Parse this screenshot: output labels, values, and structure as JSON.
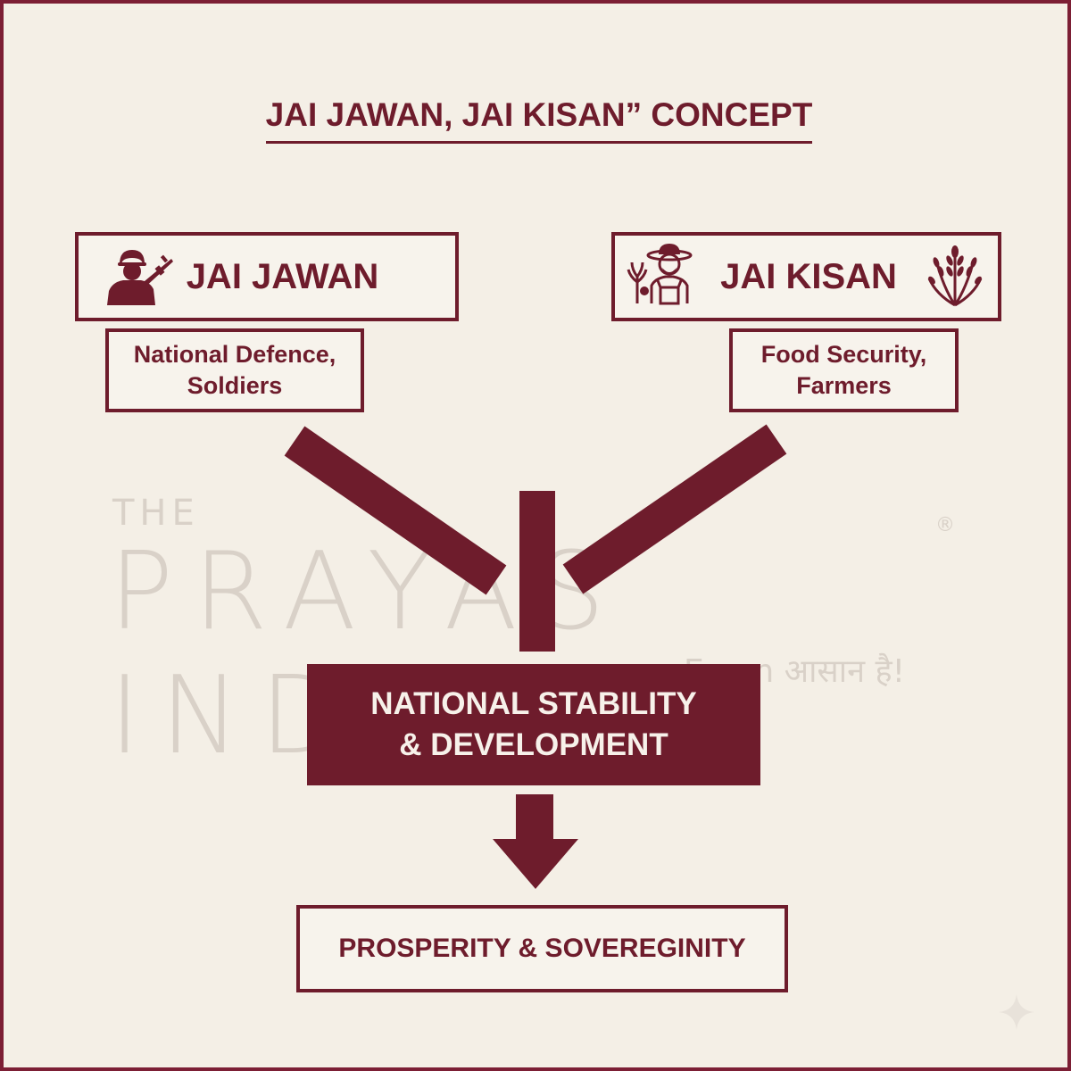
{
  "title": "JAI JAWAN, JAI KISAN” CONCEPT",
  "jawan": {
    "label": "JAI JAWAN",
    "description": "National Defence,\nSoldiers",
    "icon": "soldier-with-rifle-icon"
  },
  "kisan": {
    "label": "JAI KISAN",
    "description": "Food Security,\nFarmers",
    "icon_left": "farmer-icon",
    "icon_right": "wheat-icon"
  },
  "center": {
    "label": "NATIONAL STABILITY\n& DEVELOPMENT"
  },
  "result": {
    "label": "PROSPERITY & SOVEREGINITY"
  },
  "watermark": {
    "the": "THE",
    "main": "PRAYAS INDIA",
    "registered": "®",
    "tagline": "Exam आसान है!"
  },
  "colors": {
    "primary": "#6e1c2c",
    "background": "#f4efe6",
    "frame": "#7c1f35",
    "watermark": "#d9d1c8"
  }
}
